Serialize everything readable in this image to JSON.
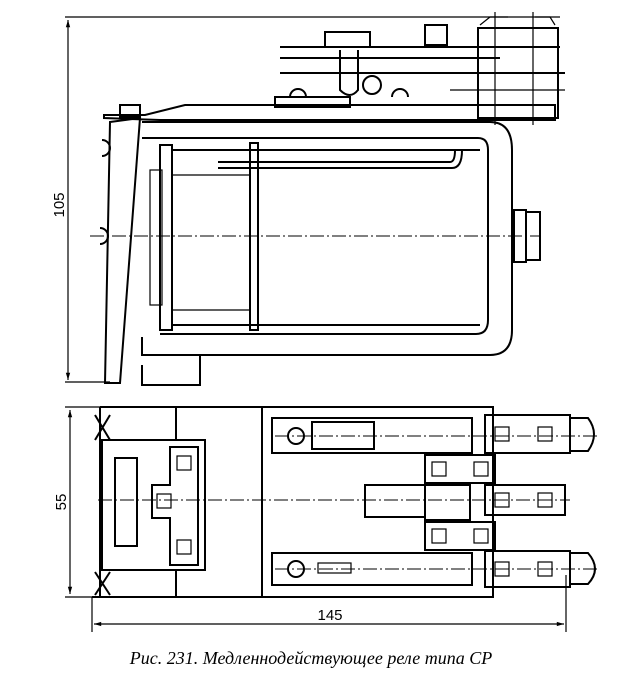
{
  "figure": {
    "caption": "Рис. 231. Медленнодействующее реле типа СР",
    "dimensions": {
      "height": "105",
      "width": "55",
      "length": "145"
    },
    "ink_color": "#000000",
    "paper_color": "#ffffff"
  }
}
